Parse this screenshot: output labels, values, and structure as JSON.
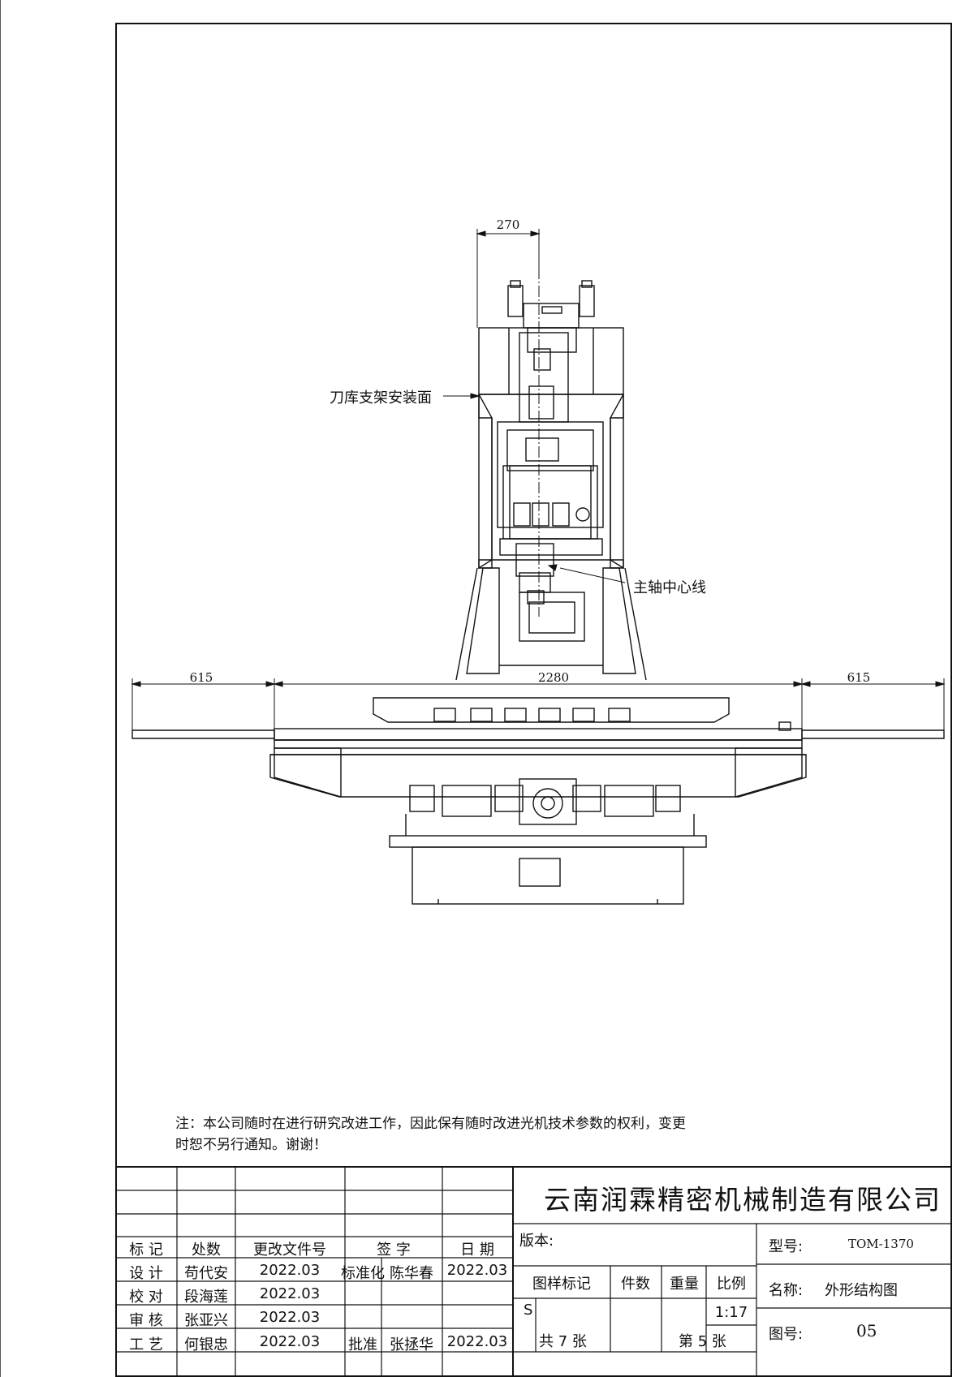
{
  "dimensions": {
    "top_width": "270",
    "left_extension": "615",
    "table_length": "2280",
    "right_extension": "615"
  },
  "callouts": {
    "tool_magazine_mount": "刀库支架安装面",
    "spindle_centerline": "主轴中心线"
  },
  "note": {
    "line1": "注：本公司随时在进行研究改进工作，因此保有随时改进光机技术参数的权利，变更",
    "line2": "时恕不另行通知。谢谢！"
  },
  "title_block": {
    "company": "云南润霖精密机械制造有限公司",
    "headers": {
      "mark": "标 记",
      "location": "处数",
      "change_doc": "更改文件号",
      "signature": "签 字",
      "date": "日 期"
    },
    "signoffs": [
      {
        "role": "设 计",
        "name": "苟代安",
        "date": "2022.03"
      },
      {
        "role": "校 对",
        "name": "段海莲",
        "date": "2022.03"
      },
      {
        "role": "审 核",
        "name": "张亚兴",
        "date": "2022.03"
      },
      {
        "role": "工 艺",
        "name": "何银忠",
        "date": "2022.03"
      }
    ],
    "standardize_label": "标准化",
    "standardize_name": "陈华春",
    "standardize_date": "2022.03",
    "approve_label": "批准",
    "approve_name": "张拯华",
    "approve_date": "2022.03",
    "version_label": "版本:",
    "drawing_mark_label": "图样标记",
    "quantity_label": "件数",
    "weight_label": "重量",
    "scale_label": "比例",
    "drawing_mark_value": "S",
    "scale_value": "1:17",
    "total_sheets": "共 7 张",
    "sheet_no": "第 5 张",
    "model_label": "型号:",
    "model_value": "TOM-1370",
    "name_label": "名称:",
    "name_value": "外形结构图",
    "drawing_no_label": "图号:",
    "drawing_no_value": "05"
  }
}
